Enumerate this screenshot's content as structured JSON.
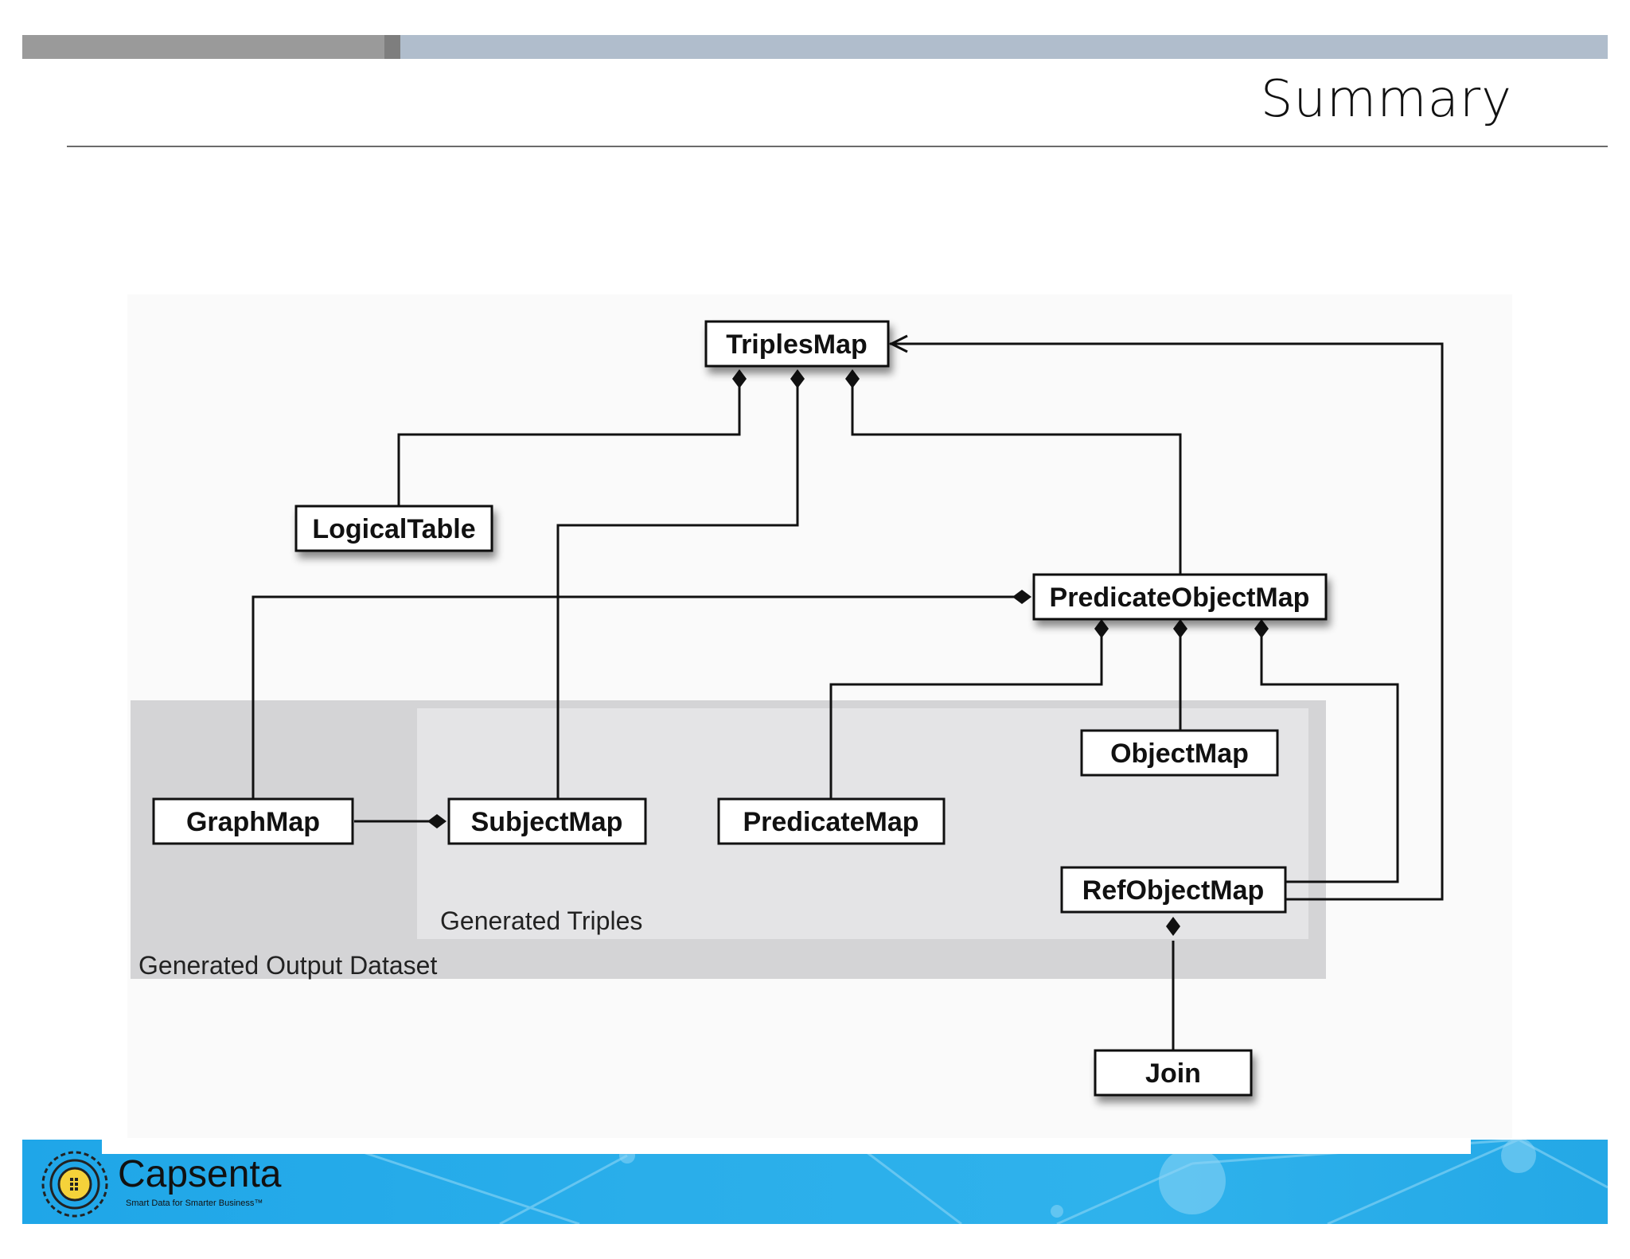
{
  "slide": {
    "title": "Summary"
  },
  "diagram": {
    "nodes": {
      "triples_map": "TriplesMap",
      "logical_table": "LogicalTable",
      "predicate_object_map": "PredicateObjectMap",
      "object_map": "ObjectMap",
      "graph_map": "GraphMap",
      "subject_map": "SubjectMap",
      "predicate_map": "PredicateMap",
      "ref_object_map": "RefObjectMap",
      "join": "Join"
    },
    "areas": {
      "generated_triples": "Generated Triples",
      "generated_output_dataset": "Generated Output Dataset"
    }
  },
  "footer": {
    "brand": "Capsenta",
    "tagline": "Smart Data for Smarter Business™"
  },
  "colors": {
    "footer_blue": "#27abe9",
    "outer_area": "#d4d4d6",
    "inner_area": "#e4e4e6"
  }
}
